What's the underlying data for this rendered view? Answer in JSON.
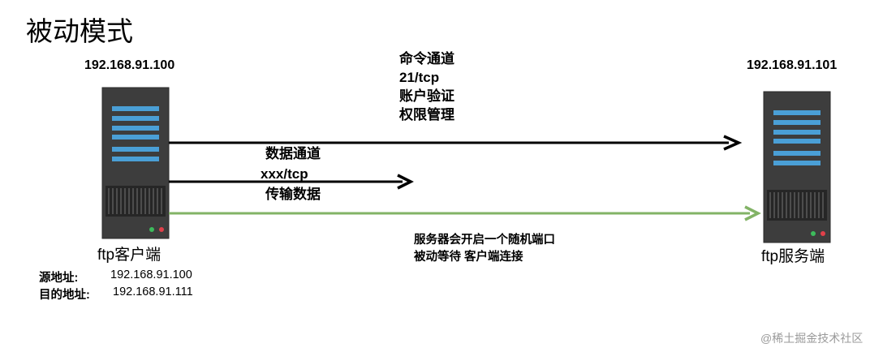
{
  "title": "被动模式",
  "client": {
    "ip": "192.168.91.100",
    "label": "ftp客户端",
    "source_label": "源地址:",
    "source_value": "192.168.91.100",
    "dest_label": "目的地址:",
    "dest_value": "192.168.91.111"
  },
  "server": {
    "ip": "192.168.91.101",
    "label": "ftp服务端"
  },
  "command_channel": {
    "line1": "命令通道",
    "line2": "21/tcp",
    "line3": "账户验证",
    "line4": "权限管理"
  },
  "data_channel": {
    "line1": "数据通道",
    "line2": "xxx/tcp",
    "line3": "传输数据"
  },
  "server_note": {
    "line1": "服务器会开启一个随机端口",
    "line2": "被动等待 客户端连接"
  },
  "watermark": "@稀土掘金技术社区",
  "colors": {
    "arrow_black": "#000000",
    "arrow_green": "#82b366",
    "server_body": "#3d3d3d",
    "server_bar": "#4a9fd6",
    "led_green": "#3dbb5c",
    "led_red": "#e0404a"
  }
}
